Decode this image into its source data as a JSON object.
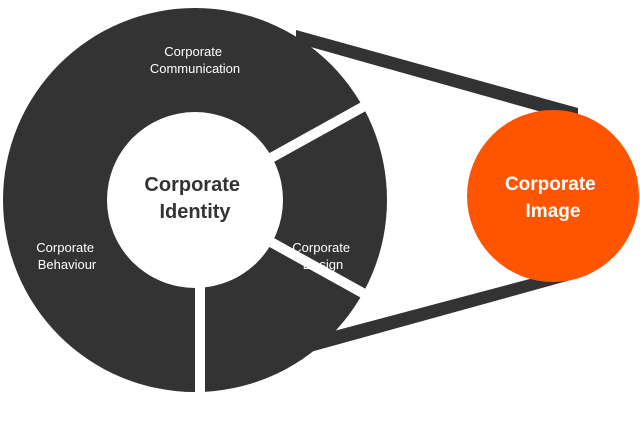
{
  "diagram": {
    "colors": {
      "ring": "#333333",
      "accent": "#ff5500",
      "background": "#ffffff",
      "center_text": "#333333",
      "segment_text": "#ffffff"
    },
    "center": {
      "line1": "Corporate",
      "line2": "Identity"
    },
    "segments": [
      {
        "line1": "Corporate",
        "line2": "Communication"
      },
      {
        "line1": "Corporate",
        "line2": "Behaviour"
      },
      {
        "line1": "Corporate",
        "line2": "Design"
      }
    ],
    "image": {
      "line1": "Corporate",
      "line2": "Image"
    }
  }
}
